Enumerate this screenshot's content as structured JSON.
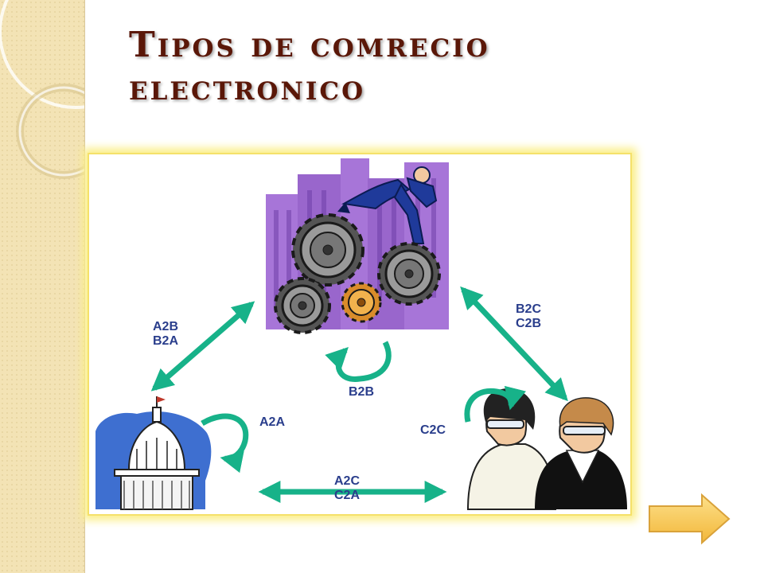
{
  "title": {
    "line1": "Tipos de comrecio",
    "line2": "electronico"
  },
  "labels": {
    "a2b_b2a": [
      "A2B",
      "B2A"
    ],
    "b2c_c2b": [
      "B2C",
      "C2B"
    ],
    "b2b": "B2B",
    "a2a": "A2A",
    "c2c": "C2C",
    "a2c_c2a": [
      "A2C",
      "C2A"
    ]
  },
  "colors": {
    "arrow": "#17b289",
    "label_text": "#2a3e8c",
    "title_text": "#5a1708",
    "next_button": "#f8c445"
  },
  "icons": {
    "business": "business-gears-icon",
    "government": "government-capitol-icon",
    "consumers": "consumers-people-icon",
    "next": "next-arrow-icon"
  }
}
